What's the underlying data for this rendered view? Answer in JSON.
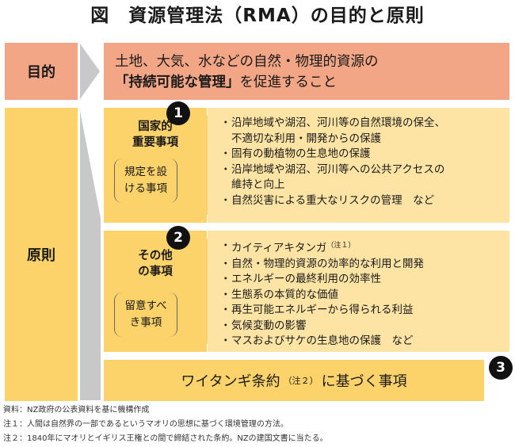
{
  "title": "図　資源管理法（RMA）の目的と原則",
  "left_labels": {
    "goal": "目的",
    "principles": "原則"
  },
  "goal": {
    "line1": "土地、大気、水などの自然・物理的資源の",
    "emphasis": "「持続可能な管理」",
    "line2_rest": "を促進すること"
  },
  "section1": {
    "badge": "1",
    "title_l1": "国家的",
    "title_l2": "重要事項",
    "sub_l1": "規定を設",
    "sub_l2": "ける事項",
    "items": [
      "沿岸地域や湖沼、河川等の自然環境の保全、",
      "不適切な利用・開発からの保護",
      "固有の動植物の生息地の保護",
      "沿岸地域や湖沼、河川等への公共アクセスの",
      "維持と向上",
      "自然災害による重大なリスクの管理　など"
    ]
  },
  "section2": {
    "badge": "2",
    "title_l1": "その他",
    "title_l2": "の事項",
    "sub_l1": "留意すべ",
    "sub_l2": "き事項",
    "first_item": "カイティアキタンガ",
    "first_note": "（注１）",
    "items": [
      "自然・物理的資源の効率的な利用と開発",
      "エネルギーの最終利用の効率性",
      "生態系の本質的な価値",
      "再生可能エネルギーから得られる利益",
      "気候変動の影響",
      "マスおよびサケの生息地の保護　など"
    ]
  },
  "section3": {
    "badge": "3",
    "text_pre": "ワイタンギ条約",
    "note": "（注２）",
    "text_post": "に基づく事項"
  },
  "bullet_char": "・",
  "footnotes": {
    "source": "資料：NZ政府の公表資料を基に機構作成",
    "note1": "注１：人間は自然界の一部であるというマオリの思想に基づく環境管理の方法。",
    "note2": "注２：1840年にマオリとイギリス王権との間で締結された条約。NZの建国文書に当たる。"
  },
  "colors": {
    "goal_orange": "#f2a685",
    "principle_yellow": "#fcd36b",
    "list_light_yellow": "#fde4a4",
    "arrow_gray": "#c8c8c8",
    "badge_black": "#111111"
  }
}
